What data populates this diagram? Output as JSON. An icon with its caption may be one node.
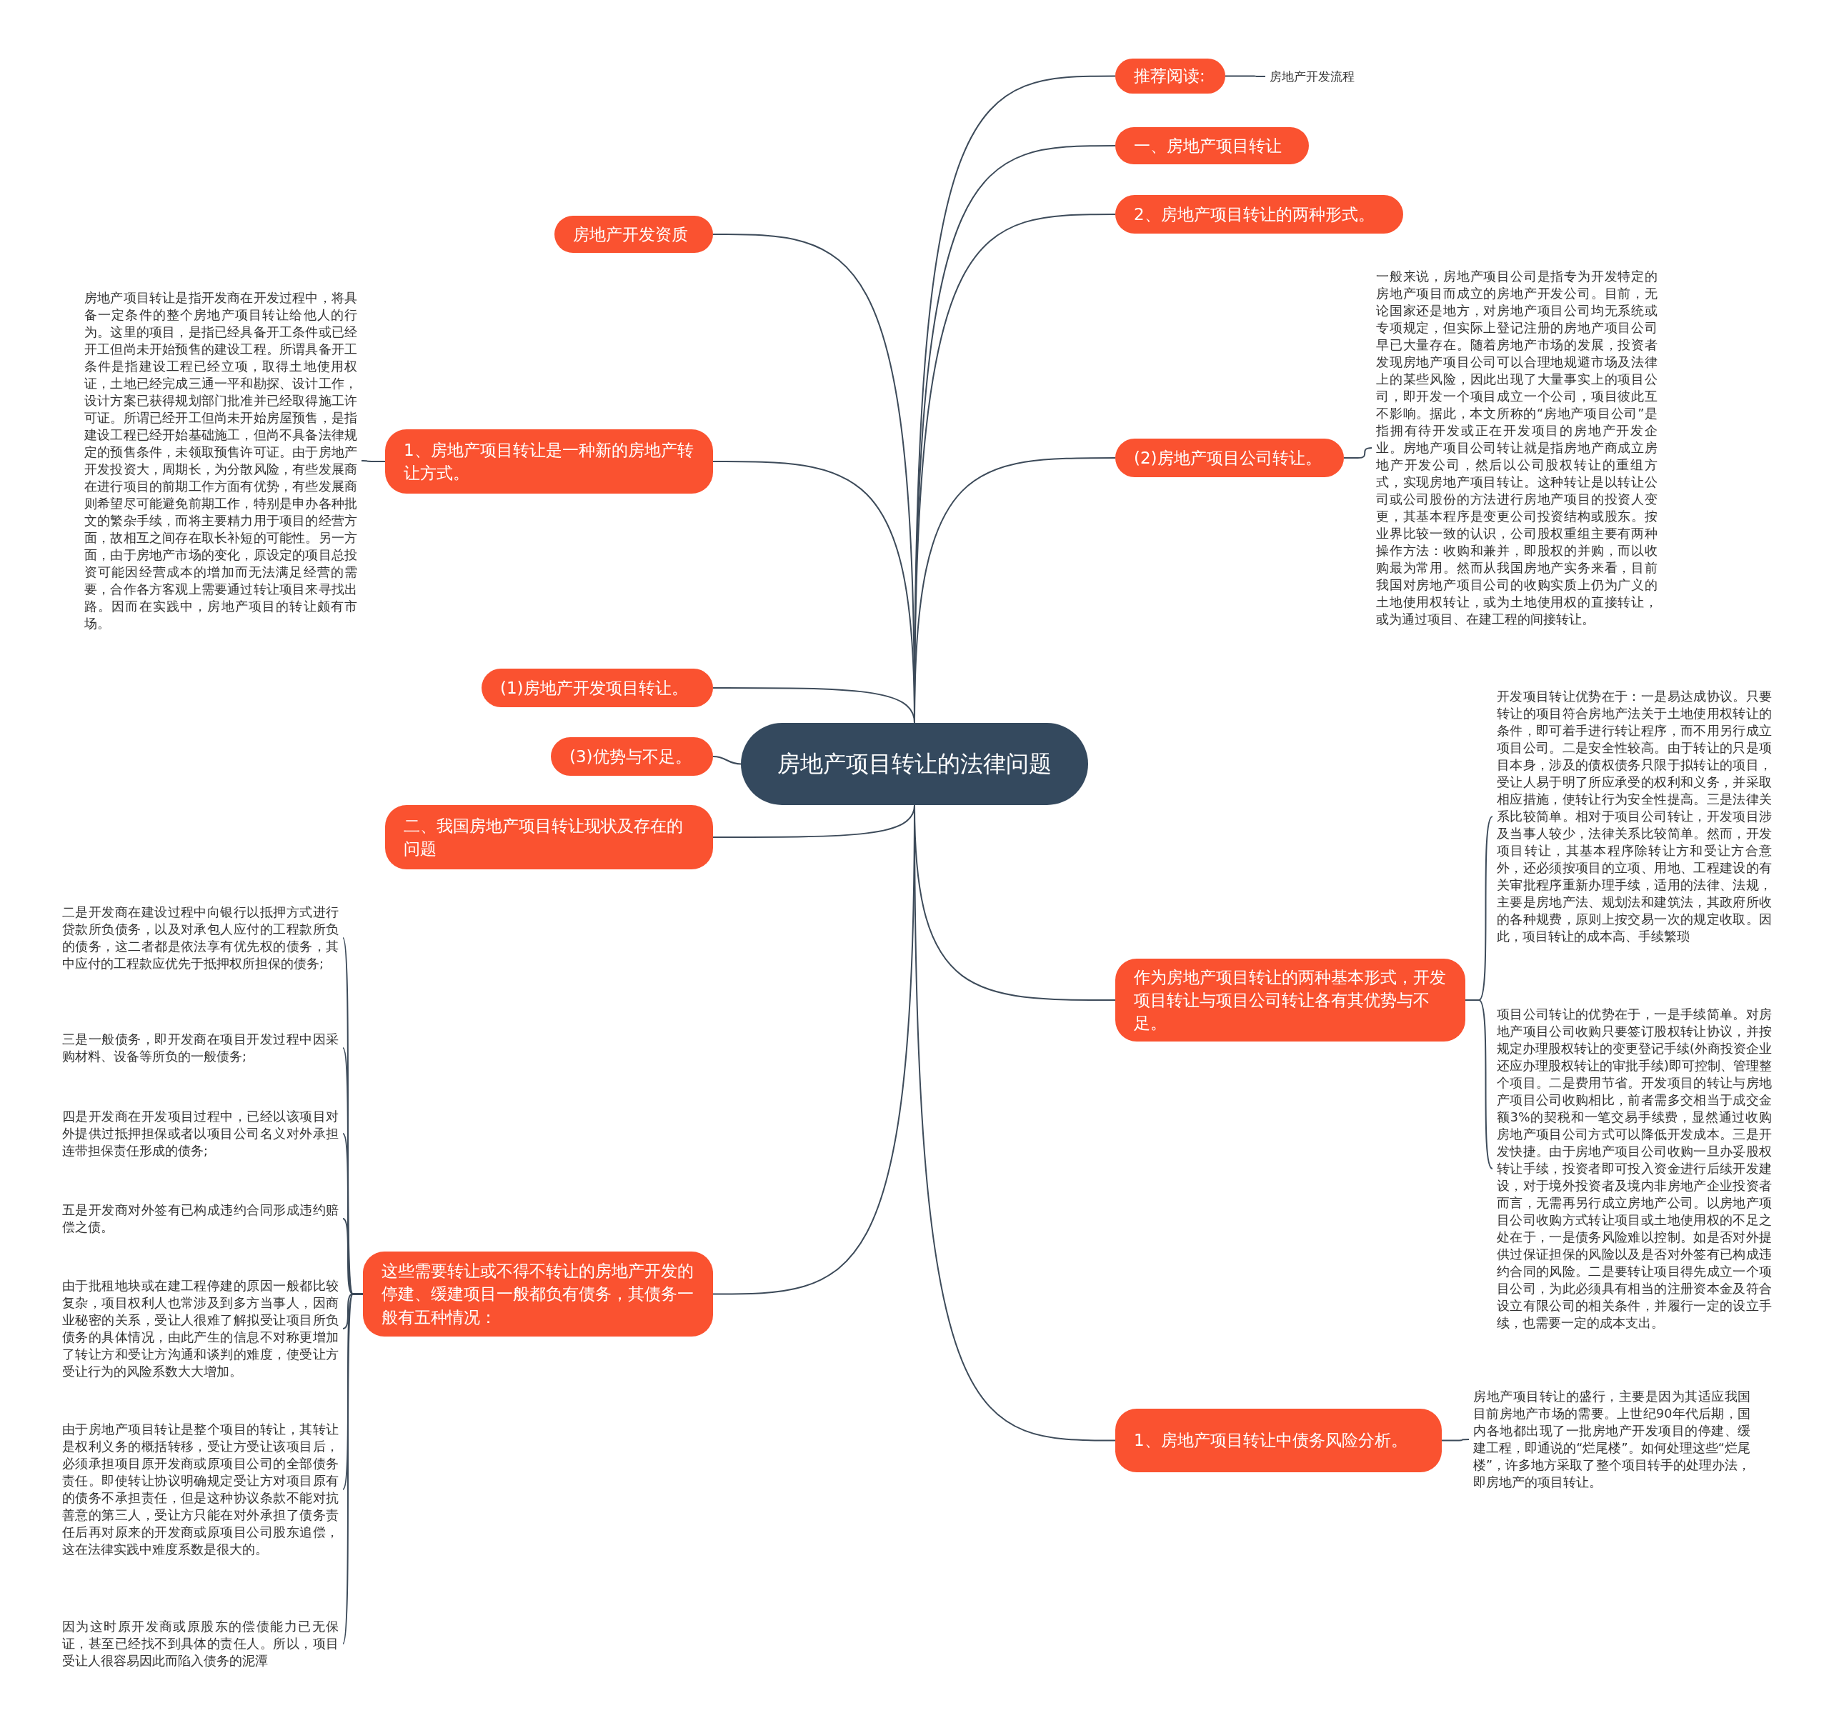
{
  "diagram": {
    "nodes": [
      {
        "text": [
          "房地产项目转让的法律问题"
        ]
      },
      {
        "text": [
          "推荐阅读:"
        ]
      },
      {
        "text": [
          "房地产开发流程"
        ]
      },
      {
        "text": [
          "一、房地产项目转让"
        ]
      },
      {
        "text": [
          "2、房地产项目转让的两种形式。"
        ]
      },
      {
        "text": [
          "(2)房地产项目公司转让。"
        ]
      },
      {
        "text": [
          "一般来说，房地产项目公司是指专为开发特定的房地产项目而成立的房地产开发公司。目前，无论国家还是地方，对房地产项目公司均无系统或专项规定，但实际上登记注册的房地产项目公司早已大量存在。随着房地产市场的发展，投资者发现房地产项目公司可以合理地规避市场及法律上的某些风险，因此出现了大量事实上的项目公司，即开发一个项目成立一个公司，项目彼此互不影响。据此，本文所称的“房地产项目公司”是指拥有待开发或正在开发项目的房地产开发企业。房地产项目公司转让就是指房地产商成立房地产开发公司，然后以公司股权转让的重组方式，实现房地产项目转让。这种转让是以转让公司或公司股份的方法进行房地产项目的投资人变更，其基本程序是变更公司投资结构或股东。按业界比较一致的认识，公司股权重组主要有两种操作方法：收购和兼并，即股权的并购，而以收购最为常用。然而从我国房地产实务来看，目前我国对房地产项目公司的收购实质上仍为广义的土地使用权转让，或为土地使用权的直接转让，或为通过项目、在建工程的间接转让。"
        ]
      },
      {
        "text": [
          "作为房地产项目转让的两种基本形式，开发项目转让与项目公司转让各有其优势与不足。"
        ]
      },
      {
        "text": [
          "开发项目转让优势在于：一是易达成协议。只要转让的项目符合房地产法关于土地使用权转让的条件，即可着手进行转让程序，而不用另行成立项目公司。二是安全性较高。由于转让的只是项目本身，涉及的债权债务只限于拟转让的项目，受让人易于明了所应承受的权利和义务，并采取相应措施，使转让行为安全性提高。三是法律关系比较简单。相对于项目公司转让，开发项目涉及当事人较少，法律关系比较简单。然而，开发项目转让，其基本程序除转让方和受让方合意外，还必须按项目的立项、用地、工程建设的有关审批程序重新办理手续，适用的法律、法规，主要是房地产法、规划法和建筑法，其政府所收的各种规费，原则上按交易一次的规定收取。因此，项目转让的成本高、手续繁琐"
        ]
      },
      {
        "text": [
          "项目公司转让的优势在于，一是手续简单。对房地产项目公司收购只要签订股权转让协议，并按规定办理股权转让的变更登记手续(外商投资企业还应办理股权转让的审批手续)即可控制、管理整个项目。二是费用节省。开发项目的转让与房地产项目公司收购相比，前者需多交相当于成交金额3%的契税和一笔交易手续费，显然通过收购房地产项目公司方式可以降低开发成本。三是开发快捷。由于房地产项目公司收购一旦办妥股权转让手续，投资者即可投入资金进行后续开发建设，对于境外投资者及境内非房地产企业投资者而言，无需再另行成立房地产公司。以房地产项目公司收购方式转让项目或土地使用权的不足之处在于，一是债务风险难以控制。如是否对外提供过保证担保的风险以及是否对外签有已构成违约合同的风险。二是要转让项目得先成立一个项目公司，为此必须具有相当的注册资本金及符合设立有限公司的相关条件，并履行一定的设立手续，也需要一定的成本支出。"
        ]
      },
      {
        "text": [
          "1、房地产项目转让中债务风险分析。"
        ]
      },
      {
        "text": [
          "房地产项目转让的盛行，主要是因为其适应我国目前房地产市场的需要。上世纪90年代后期，国内各地都出现了一批房地产开发项目的停建、缓建工程，即通说的“烂尾楼”。如何处理这些“烂尾楼”，许多地方采取了整个项目转手的处理办法，即房地产的项目转让。"
        ]
      },
      {
        "text": [
          "房地产开发资质"
        ]
      },
      {
        "text": [
          "1、房地产项目转让是一种新的房地产转让方式。"
        ]
      },
      {
        "text": [
          "房地产项目转让是指开发商在开发过程中，将具备一定条件的整个房地产项目转让给他人的行为。这里的项目，是指已经具备开工条件或已经开工但尚未开始预售的建设工程。所谓具备开工条件是指建设工程已经立项，取得土地使用权证，土地已经完成三通一平和勘探、设计工作，设计方案已获得规划部门批准并已经取得施工许可证。所谓已经开工但尚未开始房屋预售，是指建设工程已经开始基础施工，但尚不具备法律规定的预售条件，未领取预售许可证。由于房地产开发投资大，周期长，为分散风险，有些发展商在进行项目的前期工作方面有优势，有些发展商则希望尽可能避免前期工作，特别是申办各种批文的繁杂手续，而将主要精力用于项目的经营方面，故相互之间存在取长补短的可能性。另一方面，由于房地产市场的变化，原设定的项目总投资可能因经营成本的增加而无法满足经营的需要，合作各方客观上需要通过转让项目来寻找出路。因而在实践中，房地产项目的转让颇有市场。"
        ]
      },
      {
        "text": [
          "(1)房地产开发项目转让。"
        ]
      },
      {
        "text": [
          "(3)优势与不足。"
        ]
      },
      {
        "text": [
          "二、我国房地产项目转让现状及存在的问题"
        ]
      },
      {
        "text": [
          "这些需要转让或不得不转让的房地产开发的停建、缓建项目一般都负有债务，其债务一般有五种情况："
        ]
      },
      {
        "text": [
          "二是开发商在建设过程中向银行以抵押方式进行贷款所负债务，以及对承包人应付的工程款所负的债务，这二者都是依法享有优先权的债务，其中应付的工程款应优先于抵押权所担保的债务;"
        ]
      },
      {
        "text": [
          "三是一般债务，即开发商在项目开发过程中因采购材料、设备等所负的一般债务;"
        ]
      },
      {
        "text": [
          "四是开发商在开发项目过程中，已经以该项目对外提供过抵押担保或者以项目公司名义对外承担连带担保责任形成的债务;"
        ]
      },
      {
        "text": [
          "五是开发商对外签有已构成违约合同形成违约赔偿之债。"
        ]
      },
      {
        "text": [
          "由于批租地块或在建工程停建的原因一般都比较复杂，项目权利人也常涉及到多方当事人，因商业秘密的关系，受让人很难了解拟受让项目所负债务的具体情况，由此产生的信息不对称更增加了转让方和受让方沟通和谈判的难度，使受让方受让行为的风险系数大大增加。"
        ]
      },
      {
        "text": [
          "由于房地产项目转让是整个项目的转让，其转让是权利义务的概括转移，受让方受让该项目后，必须承担项目原开发商或原项目公司的全部债务责任。即使转让协议明确规定受让方对项目原有的债务不承担责任，但是这种协议条款不能对抗善意的第三人，受让方只能在对外承担了债务责任后再对原来的开发商或原项目公司股东追偿，这在法律实践中难度系数是很大的。"
        ]
      },
      {
        "text": [
          "因为这时原开发商或原股东的偿债能力已无保证，甚至已经找不到具体的责任人。所以，项目受让人很容易因此而陷入债务的泥潭"
        ]
      }
    ],
    "edges": [
      {
        "from": 0,
        "to": 1,
        "arrow": "none"
      },
      {
        "from": 1,
        "to": 2,
        "arrow": "none"
      },
      {
        "from": 0,
        "to": 3,
        "arrow": "none"
      },
      {
        "from": 0,
        "to": 4,
        "arrow": "none"
      },
      {
        "from": 0,
        "to": 5,
        "arrow": "none"
      },
      {
        "from": 5,
        "to": 6,
        "arrow": "none"
      },
      {
        "from": 0,
        "to": 7,
        "arrow": "none"
      },
      {
        "from": 7,
        "to": 8,
        "arrow": "none"
      },
      {
        "from": 7,
        "to": 9,
        "arrow": "none"
      },
      {
        "from": 0,
        "to": 10,
        "arrow": "none"
      },
      {
        "from": 10,
        "to": 11,
        "arrow": "none"
      },
      {
        "from": 0,
        "to": 12,
        "arrow": "none"
      },
      {
        "from": 0,
        "to": 13,
        "arrow": "none"
      },
      {
        "from": 13,
        "to": 14,
        "arrow": "none"
      },
      {
        "from": 0,
        "to": 15,
        "arrow": "none"
      },
      {
        "from": 0,
        "to": 16,
        "arrow": "none"
      },
      {
        "from": 0,
        "to": 17,
        "arrow": "none"
      },
      {
        "from": 0,
        "to": 18,
        "arrow": "none"
      },
      {
        "from": 18,
        "to": 19,
        "arrow": "none"
      },
      {
        "from": 18,
        "to": 20,
        "arrow": "none"
      },
      {
        "from": 18,
        "to": 21,
        "arrow": "none"
      },
      {
        "from": 18,
        "to": 22,
        "arrow": "none"
      },
      {
        "from": 18,
        "to": 23,
        "arrow": "none"
      },
      {
        "from": 18,
        "to": 24,
        "arrow": "none"
      },
      {
        "from": 18,
        "to": 25,
        "arrow": "none"
      }
    ]
  }
}
